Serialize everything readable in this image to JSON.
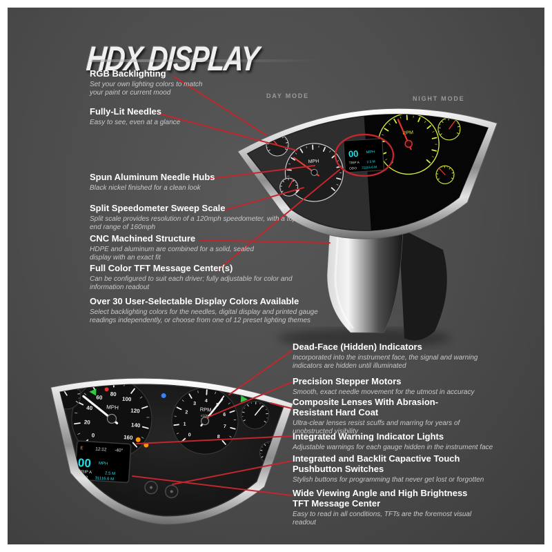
{
  "title": "HDX DISPLAY",
  "modes": {
    "day": "DAY MODE",
    "night": "NIGHT MODE"
  },
  "colors": {
    "accent_red": "#c1272d",
    "panel_bg": "#4b4b4b",
    "night_glow": "#d8e83a",
    "tft_cyan": "#19e0e8"
  },
  "features_left": [
    {
      "heading": "RGB Backlighting",
      "desc": "Set your own lighting colors to match your paint or current mood"
    },
    {
      "heading": "Fully-Lit Needles",
      "desc": "Easy to see, even at a glance"
    },
    {
      "heading": "Spun Aluminum Needle Hubs",
      "desc": "Black nickel finished for a clean look"
    },
    {
      "heading": "Split Speedometer Sweep Scale",
      "desc": "Split scale provides resolution of a 120mph speedometer, with a top end range of 160mph"
    },
    {
      "heading": "CNC Machined Structure",
      "desc": "HDPE and aluminum are combined for a solid, sealed display with an exact fit"
    },
    {
      "heading": "Full Color TFT Message Center(s)",
      "desc": "Can be configured to suit each driver; fully adjustable for color and information readout"
    },
    {
      "heading": "Over 30 User-Selectable Display Colors Available",
      "desc": "Select backlighting colors for the needles, digital display and printed gauge readings independently, or choose from one of 12 preset lighting themes"
    }
  ],
  "features_right": [
    {
      "heading": "Dead-Face (Hidden) Indicators",
      "desc": "Incorporated into the instrument face, the signal and warning indicators are hidden until illuminated"
    },
    {
      "heading": "Precision Stepper Motors",
      "desc": "Smooth, exact needle movement for the utmost in accuracy"
    },
    {
      "heading": "Composite Lenses With Abrasion-Resistant Hard Coat",
      "desc": "Ultra-clear lenses resist scuffs and marring for years of unobstructed visibility"
    },
    {
      "heading": "Integrated Warning Indicator Lights",
      "desc": "Adjustable warnings for each gauge hidden in the instrument face"
    },
    {
      "heading": "Integrated and Backlit Capactive Touch Pushbutton Switches",
      "desc": "Stylish buttons for programming that never get lost or forgotten"
    },
    {
      "heading": "Wide Viewing Angle and High Brightness TFT Message Center",
      "desc": "Easy to read in all conditions, TFTs are the foremost visual readout"
    }
  ],
  "cluster_top": {
    "speedo_label": "MPH",
    "tach_label": "RPM",
    "tft": {
      "speed": "00",
      "unit": "MPH",
      "trip_label": "TRIP A",
      "trip_value": "2.5 M",
      "odo_label": "ODO",
      "odo_value": "31116.6 M"
    }
  },
  "cluster_bottom": {
    "speedo_label": "MPH",
    "speedo_numbers": [
      0,
      20,
      40,
      60,
      80,
      100,
      120,
      140,
      160
    ],
    "tach_label": "RPM",
    "tach_sub": "x1000",
    "tach_numbers": [
      0,
      1,
      2,
      3,
      4,
      5,
      6,
      7,
      8
    ],
    "tft": {
      "fuel": "E",
      "clock": "12:12",
      "temp": "-40°",
      "speed": "00",
      "unit": "MPH",
      "trip_label": "TRIP A",
      "trip_value": "2.5 M",
      "odo_label": "ODO",
      "odo_value": "31116.6 M"
    }
  }
}
